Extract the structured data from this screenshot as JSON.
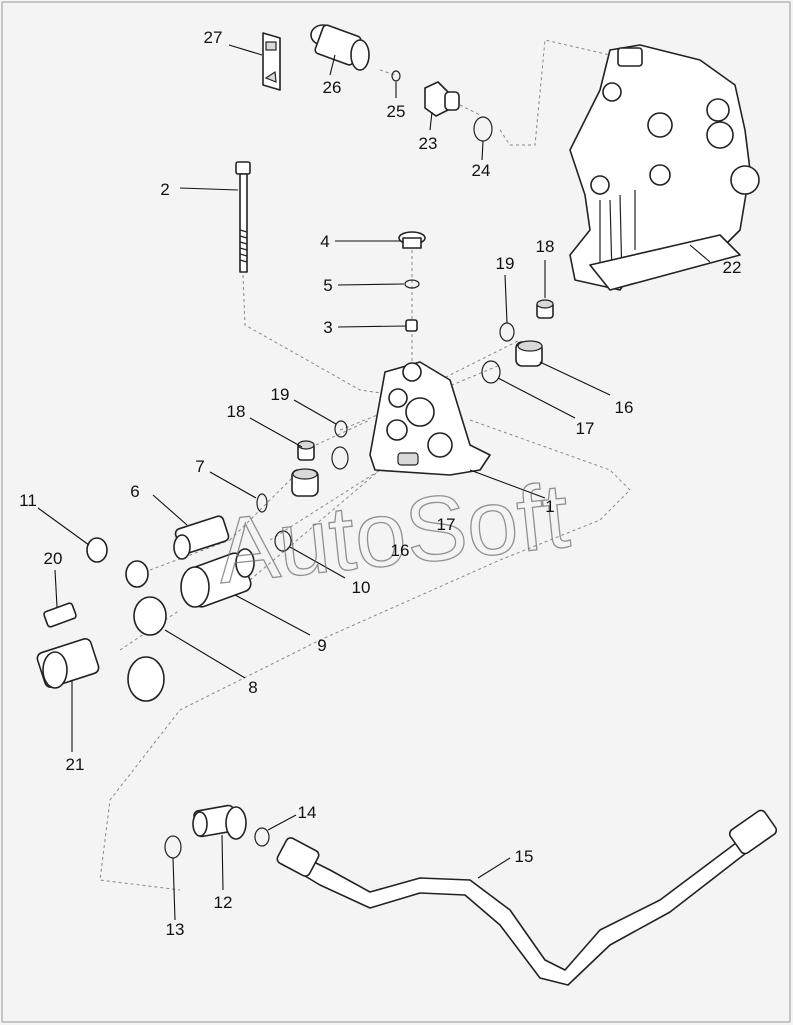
{
  "watermark": "AutoSoft",
  "callouts": [
    {
      "id": "c27",
      "text": "27"
    },
    {
      "id": "c26",
      "text": "26"
    },
    {
      "id": "c25",
      "text": "25"
    },
    {
      "id": "c23",
      "text": "23"
    },
    {
      "id": "c24",
      "text": "24"
    },
    {
      "id": "c2",
      "text": "2"
    },
    {
      "id": "c4",
      "text": "4"
    },
    {
      "id": "c5",
      "text": "5"
    },
    {
      "id": "c3",
      "text": "3"
    },
    {
      "id": "c19a",
      "text": "19"
    },
    {
      "id": "c18a",
      "text": "18"
    },
    {
      "id": "c22",
      "text": "22"
    },
    {
      "id": "c16a",
      "text": "16"
    },
    {
      "id": "c17a",
      "text": "17"
    },
    {
      "id": "c19b",
      "text": "19"
    },
    {
      "id": "c18b",
      "text": "18"
    },
    {
      "id": "c7",
      "text": "7"
    },
    {
      "id": "c1",
      "text": "1"
    },
    {
      "id": "c17b",
      "text": "17"
    },
    {
      "id": "c16b",
      "text": "16"
    },
    {
      "id": "c6",
      "text": "6"
    },
    {
      "id": "c11",
      "text": "11"
    },
    {
      "id": "c10",
      "text": "10"
    },
    {
      "id": "c20",
      "text": "20"
    },
    {
      "id": "c9",
      "text": "9"
    },
    {
      "id": "c8",
      "text": "8"
    },
    {
      "id": "c21",
      "text": "21"
    },
    {
      "id": "c14",
      "text": "14"
    },
    {
      "id": "c15",
      "text": "15"
    },
    {
      "id": "c12",
      "text": "12"
    },
    {
      "id": "c13",
      "text": "13"
    }
  ]
}
